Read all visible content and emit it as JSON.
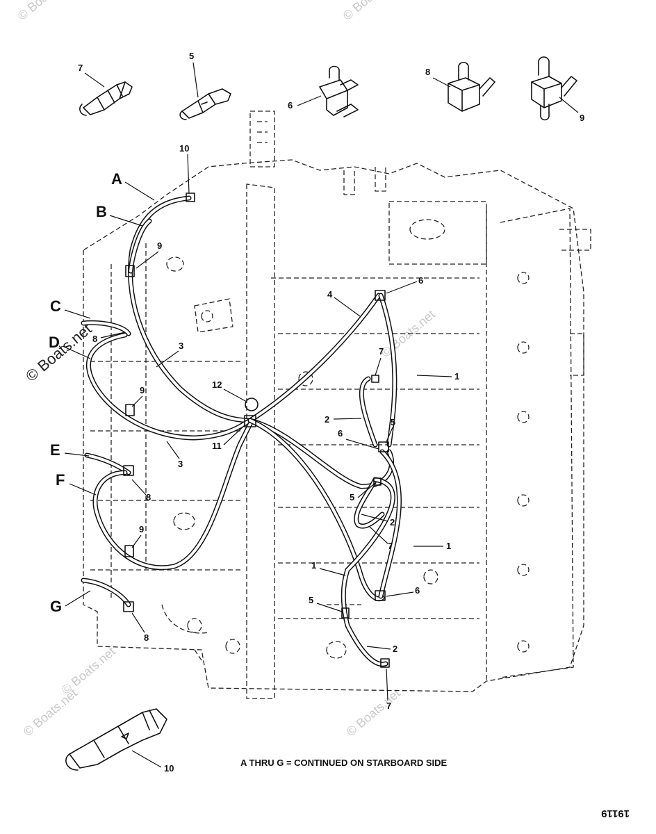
{
  "watermark": {
    "small": "© Boats.net",
    "large": "© Boats.net"
  },
  "fittings": [
    {
      "id": "7",
      "label": "7"
    },
    {
      "id": "5",
      "label": "5"
    },
    {
      "id": "6",
      "label": "6"
    },
    {
      "id": "8",
      "label": "8"
    },
    {
      "id": "9",
      "label": "9"
    },
    {
      "id": "10",
      "label": "10"
    }
  ],
  "hose_letters": [
    "A",
    "B",
    "C",
    "D",
    "E",
    "F",
    "G"
  ],
  "callouts": {
    "n1": "1",
    "n2": "2",
    "n3": "3",
    "n4": "4",
    "n5": "5",
    "n6": "6",
    "n7": "7",
    "n8": "8",
    "n9": "9",
    "n10": "10",
    "n11": "11",
    "n12": "12"
  },
  "note": "A THRU G = CONTINUED ON STARBOARD SIDE",
  "figure_code": "19119"
}
